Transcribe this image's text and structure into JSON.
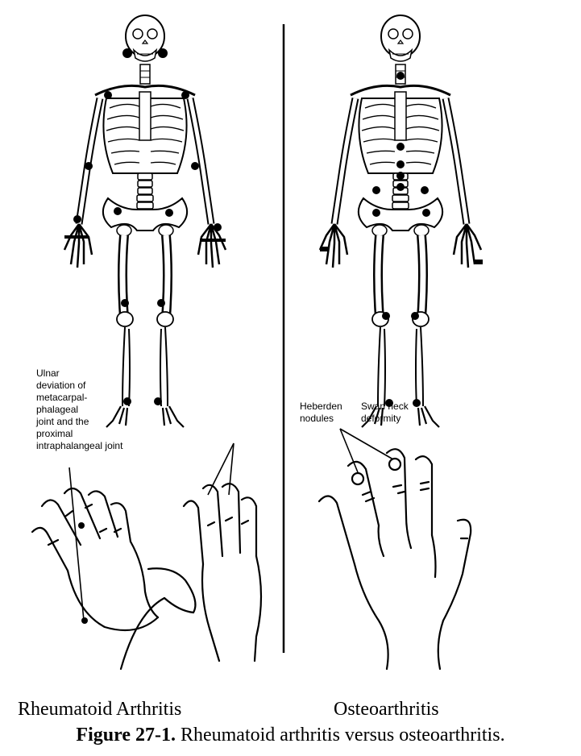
{
  "callouts": {
    "ulnar": "Ulnar\ndeviation of\nmetacarpal-\nphalageal\njoint and the\nproximal\nintraphalangeal joint",
    "swan_neck": "Swan neck\ndeformity",
    "heberden": "Heberden\nnodules"
  },
  "panels": {
    "left": "Rheumatoid Arthritis",
    "right": "Osteoarthritis"
  },
  "caption": {
    "number": "Figure 27-1.",
    "text": " Rheumatoid arthritis versus osteoarthritis."
  },
  "colors": {
    "line": "#000000",
    "background": "#ffffff"
  }
}
